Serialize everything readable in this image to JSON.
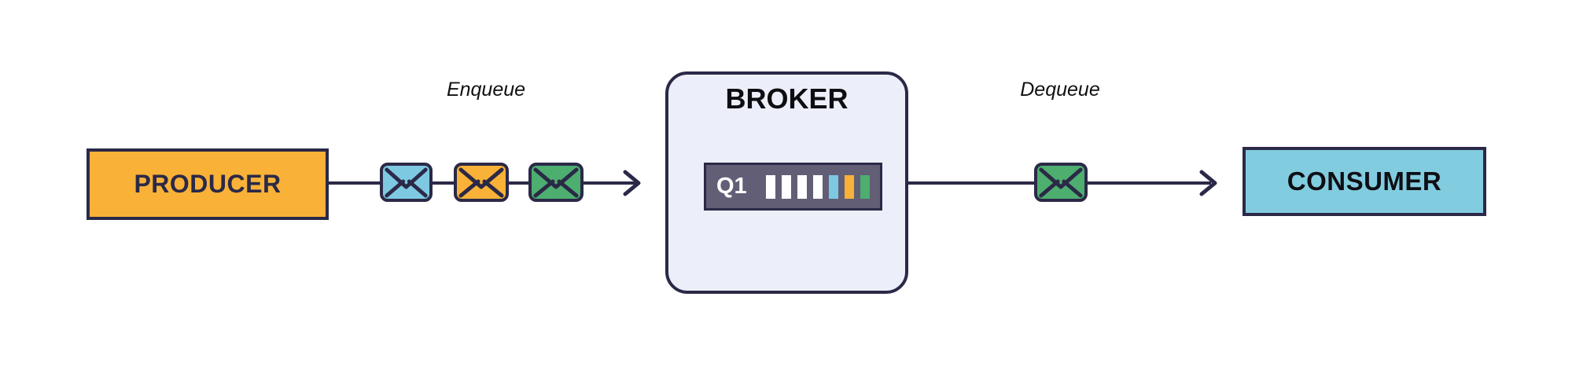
{
  "nodes": {
    "producer": {
      "label": "PRODUCER",
      "fill": "#F9B237",
      "text_color": "#2B2947"
    },
    "broker": {
      "label": "BROKER",
      "fill": "#ECEFF9",
      "text_color": "#0D0D12"
    },
    "consumer": {
      "label": "CONSUMER",
      "fill": "#82CCDF",
      "text_color": "#0E0E14"
    }
  },
  "queue": {
    "name": "Q1",
    "bar_fill": "#615E76",
    "slot_colors": [
      "#FFFFFF",
      "#FFFFFF",
      "#FFFFFF",
      "#FFFFFF",
      "#7EC9E2",
      "#F9B237",
      "#4DAE6F"
    ]
  },
  "flows": {
    "enqueue": {
      "label": "Enqueue",
      "messages": [
        {
          "name": "message-blue",
          "color": "#7EC9E2"
        },
        {
          "name": "message-orange",
          "color": "#F9B237"
        },
        {
          "name": "message-green",
          "color": "#4DAE6F"
        }
      ]
    },
    "dequeue": {
      "label": "Dequeue",
      "messages": [
        {
          "name": "message-green",
          "color": "#4DAE6F"
        }
      ]
    }
  },
  "colors": {
    "line": "#2B2947",
    "background": "#FFFFFF"
  }
}
